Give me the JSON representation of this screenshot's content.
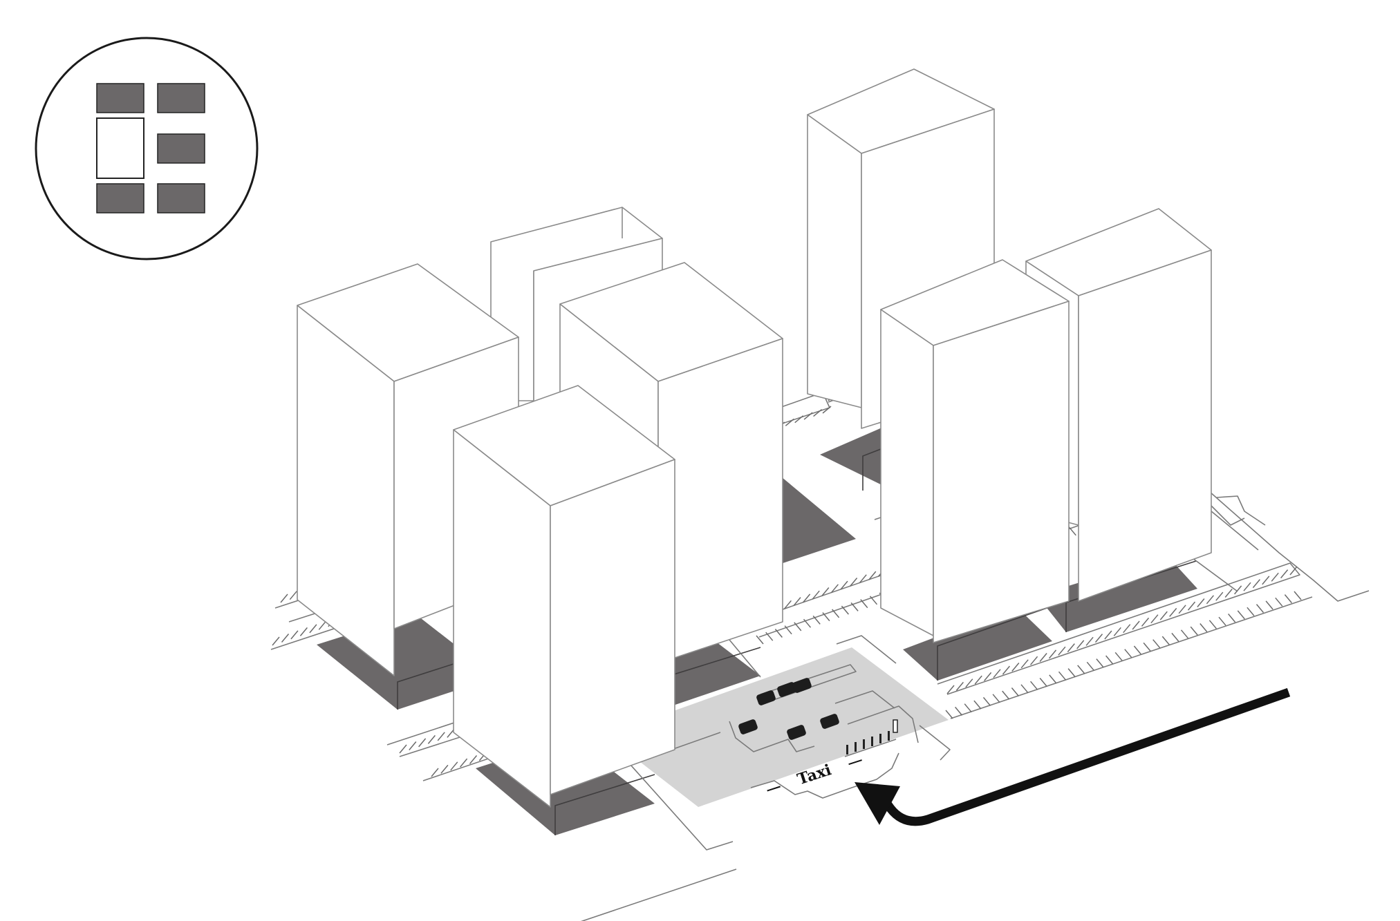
{
  "diagram": {
    "taxi_sign": "Taxi",
    "colors": {
      "building_outline": "#8a8a8a",
      "footprint_fill": "#6b6869",
      "plaza_fill": "#d4d4d4",
      "arrow": "#111111",
      "background": "#ffffff"
    },
    "legend": {
      "icon": "site-plan-legend-circle",
      "filled_blocks": 5,
      "outlined_blocks": 1
    },
    "elements": {
      "buildings": 7,
      "footprints": 10,
      "taxis": 6,
      "approach_arrow": "arrow-icon"
    }
  }
}
